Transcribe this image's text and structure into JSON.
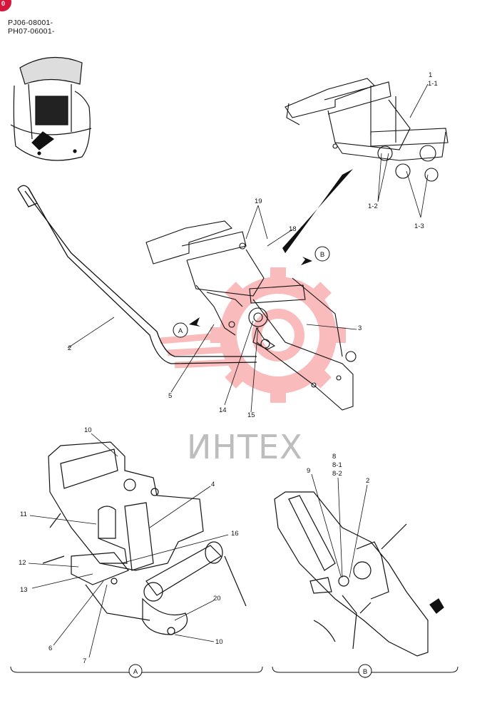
{
  "serials": [
    "PJ06-08001-",
    "PH07-06001-"
  ],
  "badge": "0",
  "watermark": "ИНТЕХ",
  "main_labels": {
    "l1": "1",
    "l1_1": "1-1",
    "l1_2": "1-2",
    "l1_3": "1-3",
    "l2": "2",
    "l3": "3",
    "l5": "5",
    "l14": "14",
    "l15": "15",
    "l18": "18",
    "l19": "19"
  },
  "view_markers": {
    "a": "A",
    "b": "B"
  },
  "detail_a": {
    "labels": {
      "l10_top": "10",
      "l4": "4",
      "l11": "11",
      "l16": "16",
      "l12": "12",
      "l13": "13",
      "l20": "20",
      "l6": "6",
      "l10_bot": "10",
      "l7": "7"
    },
    "caption": "A"
  },
  "detail_b": {
    "labels": {
      "l8": "8",
      "l8_1": "8-1",
      "l8_2": "8-2",
      "l9": "9",
      "l2": "2"
    },
    "caption": "B"
  },
  "colors": {
    "line": "#111111",
    "watermark_red": "#f26b6b",
    "watermark_grey": "#bdbdbd"
  }
}
